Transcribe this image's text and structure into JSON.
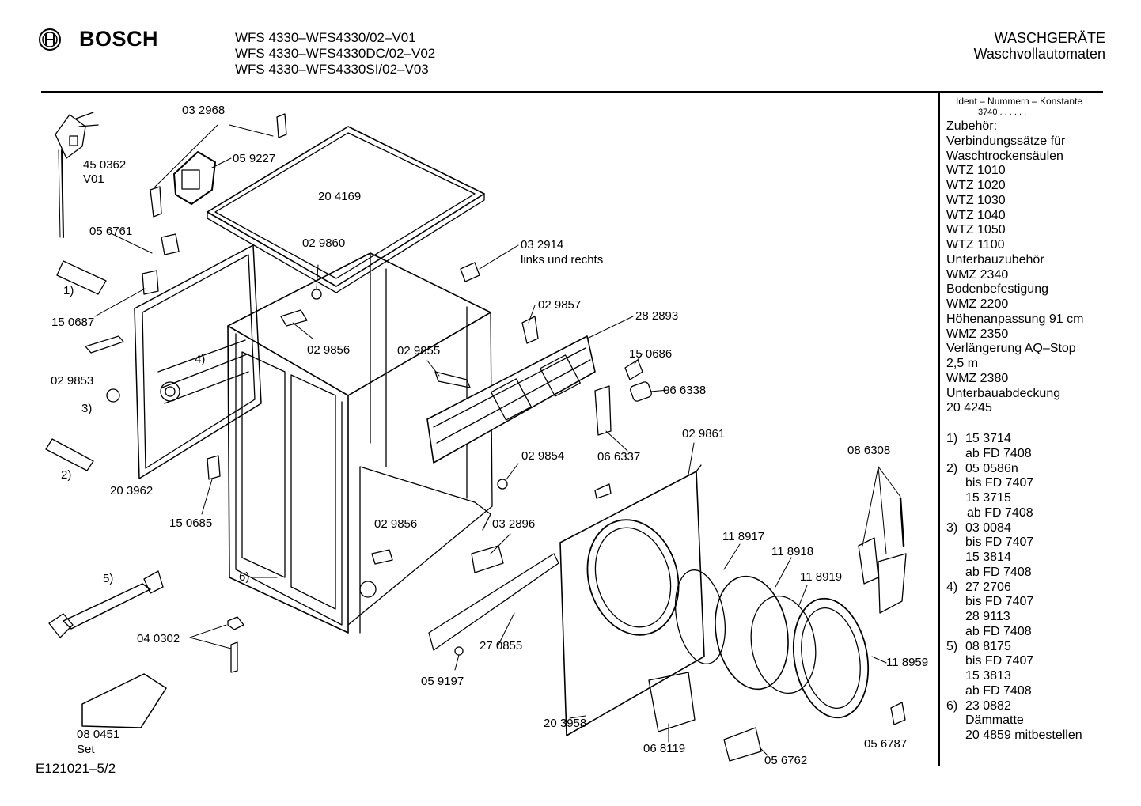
{
  "header": {
    "brand": "BOSCH",
    "models": [
      "WFS 4330–WFS4330/02–V01",
      "WFS 4330–WFS4330DC/02–V02",
      "WFS 4330–WFS4330SI/02–V03"
    ],
    "category": "WASCHGERÄTE",
    "subcategory": "Waschvollautomaten"
  },
  "sidebar": {
    "ident_label": "Ident – Nummern – Konstante",
    "ident_value": "3740 . . . . . .",
    "accessories": [
      "Zubehör:",
      "Verbindungssätze für",
      "Waschtrockensäulen",
      "WTZ 1010",
      "WTZ 1020",
      "WTZ 1030",
      "WTZ 1040",
      "WTZ 1050",
      "WTZ 1100",
      "Unterbauzubehör",
      "WMZ 2340",
      "Bodenbefestigung",
      "WMZ 2200",
      "Höhenanpassung  91 cm",
      "WMZ 2350",
      "Verlängerung AQ–Stop",
      "2,5 m",
      "WMZ 2380",
      "Unterbauabdeckung",
      "20 4245"
    ],
    "notes": [
      {
        "num": "1)",
        "lines": [
          "15 3714",
          "ab FD 7408"
        ]
      },
      {
        "num": "2)",
        "lines": [
          "05 0586n",
          "bis FD 7407",
          "15 3715",
          " ab FD 7408"
        ]
      },
      {
        "num": "3)",
        "lines": [
          "03 0084",
          "bis FD 7407",
          "15 3814",
          "ab FD 7408"
        ]
      },
      {
        "num": "4)",
        "lines": [
          "27 2706",
          "bis FD 7407",
          "28 9113",
          "ab FD 7408"
        ]
      },
      {
        "num": "5)",
        "lines": [
          "08 8175",
          "bis FD 7407",
          "15 3813",
          "ab FD 7408"
        ]
      },
      {
        "num": "6)",
        "lines": [
          "23 0882",
          "Dämmatte",
          "20 4859 mitbestellen"
        ]
      }
    ]
  },
  "footer": "E121021–5/2",
  "parts": [
    {
      "id": "p1",
      "text": "03 2968"
    },
    {
      "id": "p2",
      "text": "05 9227"
    },
    {
      "id": "p3",
      "text": "45 0362"
    },
    {
      "id": "p4",
      "text": "V01"
    },
    {
      "id": "p5",
      "text": "20 4169"
    },
    {
      "id": "p6",
      "text": "05 6761"
    },
    {
      "id": "p7",
      "text": "02 9860"
    },
    {
      "id": "p8",
      "text": "03 2914"
    },
    {
      "id": "p9",
      "text": "links und rechts"
    },
    {
      "id": "p10",
      "text": "1)"
    },
    {
      "id": "p11",
      "text": "15 0687"
    },
    {
      "id": "p12",
      "text": "02 9857"
    },
    {
      "id": "p13",
      "text": "28 2893"
    },
    {
      "id": "p14",
      "text": "02 9856"
    },
    {
      "id": "p15",
      "text": "02 9855"
    },
    {
      "id": "p16",
      "text": "15 0686"
    },
    {
      "id": "p17",
      "text": "4)"
    },
    {
      "id": "p18",
      "text": "02 9853"
    },
    {
      "id": "p19",
      "text": "06 6338"
    },
    {
      "id": "p20",
      "text": "3)"
    },
    {
      "id": "p21",
      "text": "02 9861"
    },
    {
      "id": "p22",
      "text": "06 6337"
    },
    {
      "id": "p23",
      "text": "08 6308"
    },
    {
      "id": "p24",
      "text": "02 9854"
    },
    {
      "id": "p25",
      "text": "2)"
    },
    {
      "id": "p26",
      "text": "20 3962"
    },
    {
      "id": "p27",
      "text": "15 0685"
    },
    {
      "id": "p28",
      "text": "02 9856"
    },
    {
      "id": "p29",
      "text": "03 2896"
    },
    {
      "id": "p30",
      "text": "11 8917"
    },
    {
      "id": "p31",
      "text": "11 8918"
    },
    {
      "id": "p32",
      "text": "11 8919"
    },
    {
      "id": "p33",
      "text": "5)"
    },
    {
      "id": "p34",
      "text": "6)"
    },
    {
      "id": "p35",
      "text": "04 0302"
    },
    {
      "id": "p36",
      "text": "27 0855"
    },
    {
      "id": "p37",
      "text": "11 8959"
    },
    {
      "id": "p38",
      "text": "05 9197"
    },
    {
      "id": "p39",
      "text": "20 3958"
    },
    {
      "id": "p40",
      "text": "08  0451"
    },
    {
      "id": "p41",
      "text": "Set"
    },
    {
      "id": "p42",
      "text": "06 8119"
    },
    {
      "id": "p43",
      "text": "05 6787"
    },
    {
      "id": "p44",
      "text": "05 6762"
    }
  ]
}
